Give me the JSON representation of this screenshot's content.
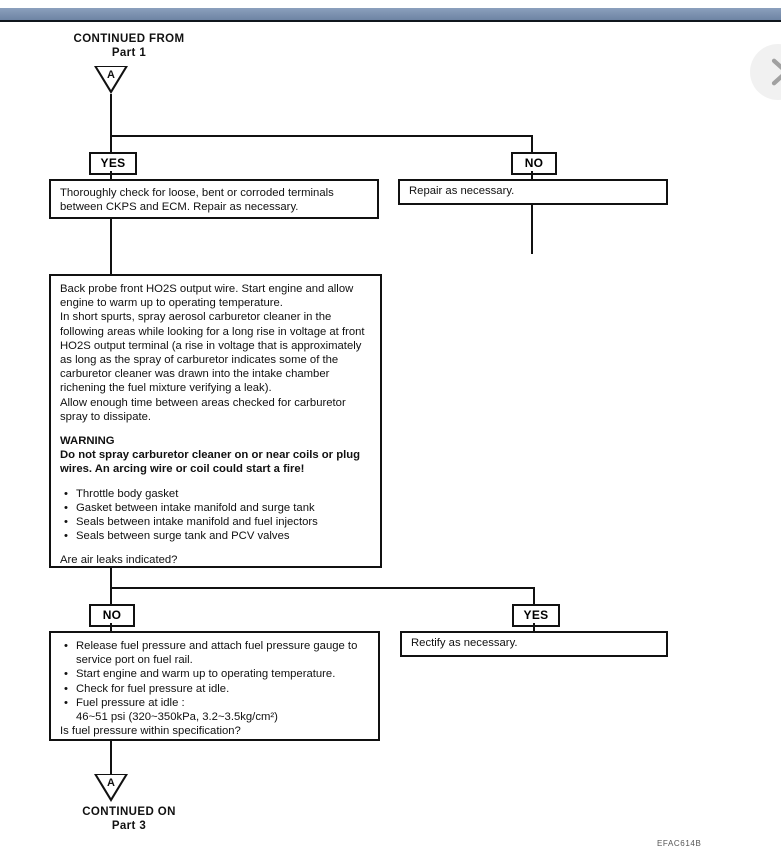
{
  "viewer": {
    "next_page_label": "next-page",
    "bar_color": "#7e93b1"
  },
  "diagram": {
    "title_top": {
      "line1": "CONTINUED FROM",
      "line2": "Part 1"
    },
    "title_bottom": {
      "line1": "CONTINUED ON",
      "line2": "Part 3"
    },
    "connector_top_letter": "A",
    "connector_bottom_letter": "A",
    "figure_code": "EFAC614B",
    "branch1": {
      "yes_label": "YES",
      "no_label": "NO",
      "yes_box": "Thoroughly check for loose, bent or corroded terminals between CKPS and ECM. Repair as necessary.",
      "no_box": "Repair as necessary."
    },
    "main_box": {
      "para1": "Back probe front HO2S output wire. Start engine and allow engine to warm up to operating temperature.",
      "para2": "In short spurts, spray aerosol carburetor cleaner in the following areas while looking for a long rise in voltage at front HO2S output terminal (a rise in voltage that is approximately as long as the spray of carburetor indicates some of the carburetor cleaner was drawn into the intake chamber richening the fuel mixture verifying a leak).",
      "para3": "Allow enough time between areas checked for carburetor spray to dissipate.",
      "warning_title": "WARNING",
      "warning_text": "Do not spray carburetor cleaner on or near coils or plug wires. An arcing wire or coil could start a fire!",
      "bullets": [
        "Throttle body gasket",
        "Gasket between intake manifold and surge tank",
        "Seals between intake manifold and fuel injectors",
        "Seals between surge tank and PCV valves"
      ],
      "question": "Are air leaks indicated?"
    },
    "branch2": {
      "no_label": "NO",
      "yes_label": "YES",
      "yes_box": "Rectify as necessary.",
      "no_box": {
        "bullets": [
          "Release fuel pressure and attach fuel pressure gauge to service port on fuel rail.",
          "Start engine and warm up to operating temperature.",
          "Check for fuel pressure at idle.",
          "Fuel pressure at idle :"
        ],
        "spec_value": "46~51 psi (320~350kPa, 3.2~3.5kg/cm²)",
        "question": "Is fuel pressure within specification?"
      }
    }
  }
}
